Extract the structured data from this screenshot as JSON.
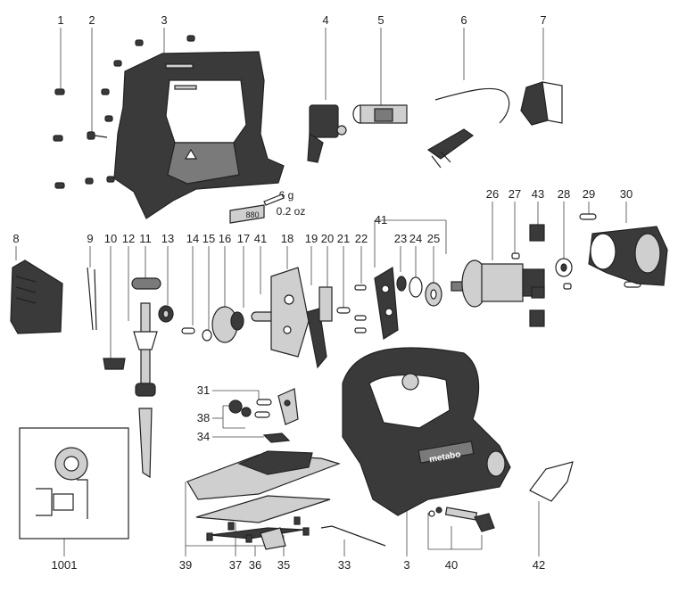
{
  "callouts": [
    "1",
    "2",
    "3",
    "4",
    "5",
    "6",
    "7",
    "8",
    "9",
    "10",
    "11",
    "12",
    "13",
    "14",
    "15",
    "16",
    "17",
    "41",
    "18",
    "19",
    "20",
    "21",
    "22",
    "41",
    "23",
    "24",
    "25",
    "26",
    "27",
    "43",
    "28",
    "29",
    "30",
    "31",
    "38",
    "34",
    "39",
    "37",
    "36",
    "35",
    "33",
    "3",
    "40",
    "42",
    "1001"
  ],
  "grease_note": {
    "amount": "6 g",
    "imperial": "0.2 oz"
  },
  "grease_code": "880",
  "brand": "metabo"
}
